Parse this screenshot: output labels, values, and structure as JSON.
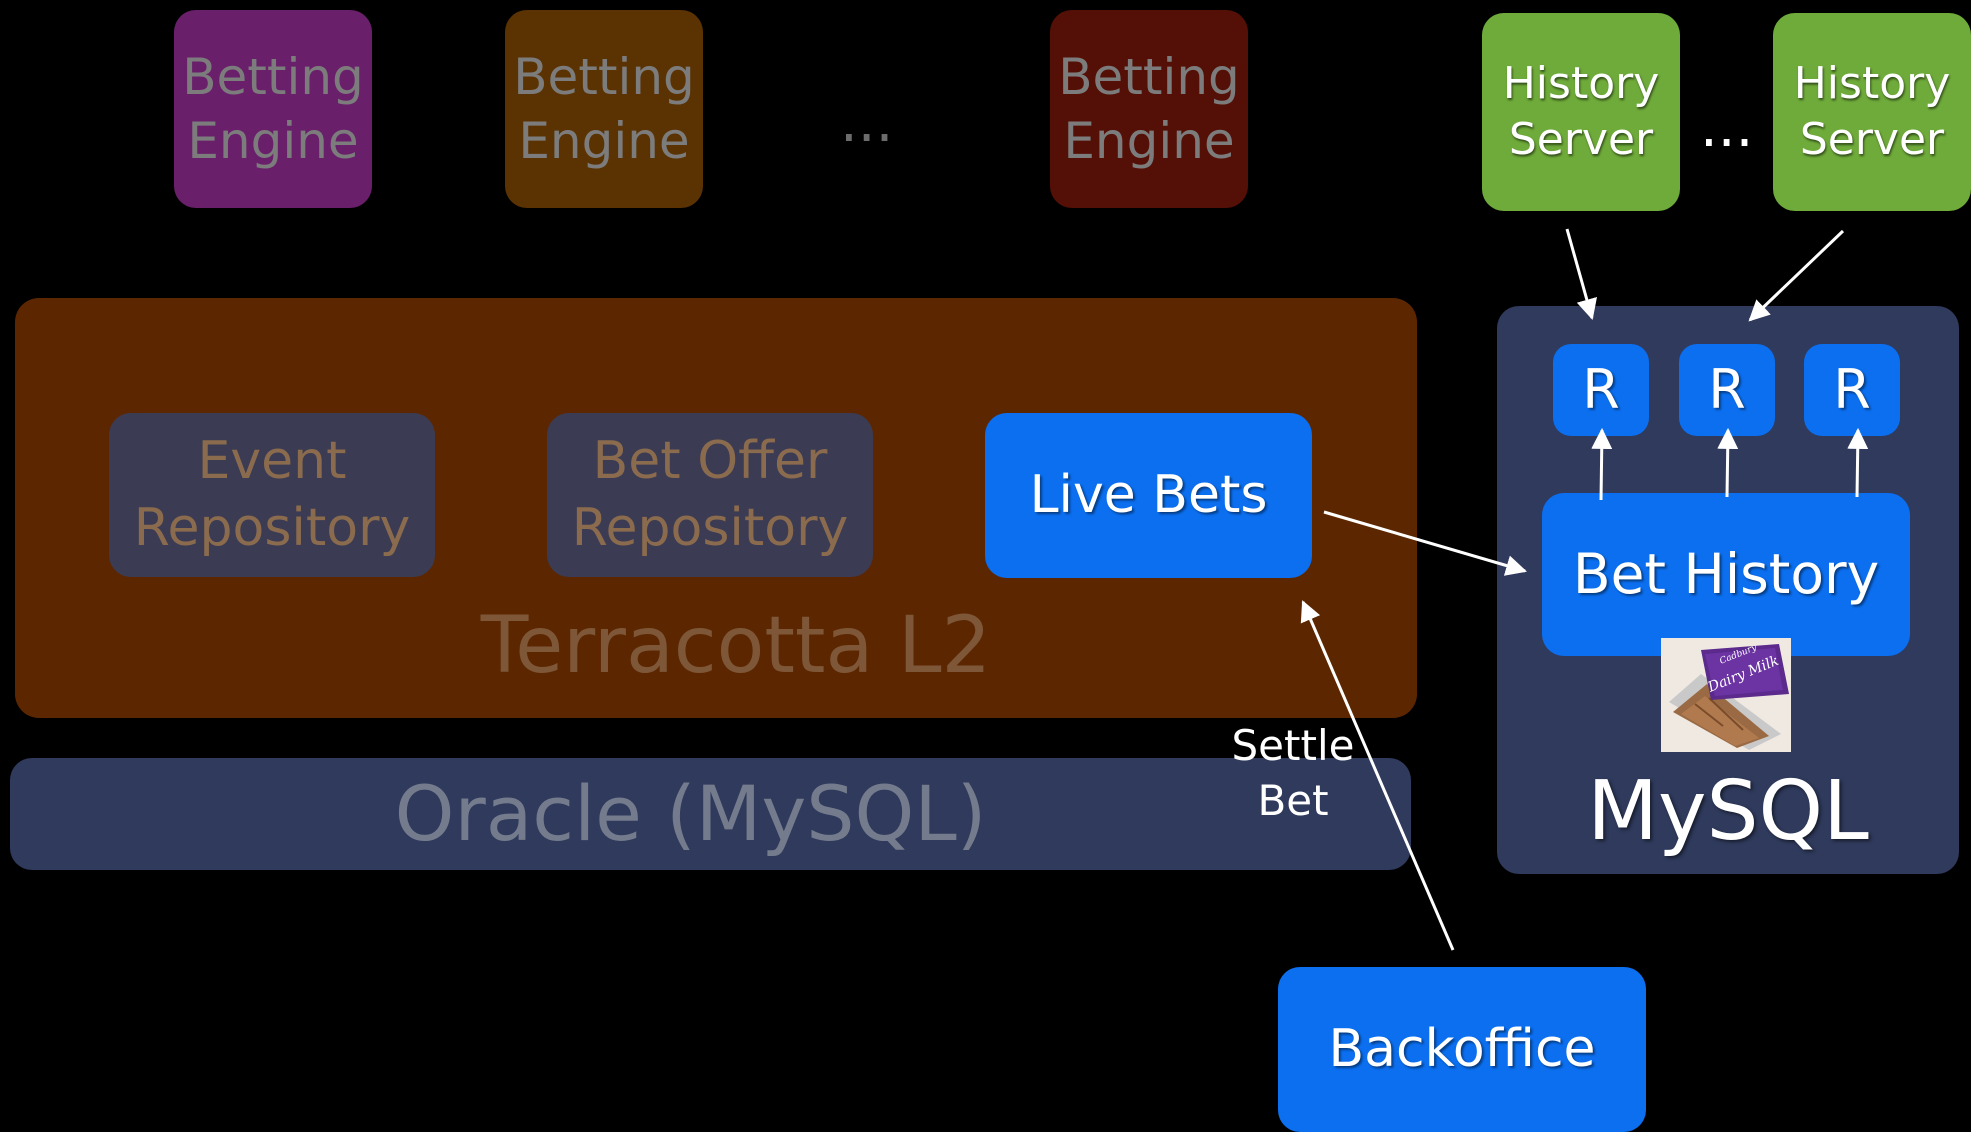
{
  "betting_engines": [
    {
      "label": "Betting\nEngine",
      "color": "#6a1f6b"
    },
    {
      "label": "Betting\nEngine",
      "color": "#5b3303"
    },
    {
      "label": "Betting\nEngine",
      "color": "#541006"
    }
  ],
  "engines_ellipsis": "...",
  "history_servers": [
    {
      "label": "History\nServer",
      "color": "#6fab3a"
    },
    {
      "label": "History\nServer",
      "color": "#6fab3a"
    }
  ],
  "history_ellipsis": "...",
  "terracotta": {
    "label": "Terracotta L2",
    "color": "#5c2700",
    "repositories": [
      {
        "label": "Event\nRepository"
      },
      {
        "label": "Bet Offer\nRepository"
      }
    ],
    "live_bets": "Live Bets"
  },
  "oracle": {
    "label": "Oracle (MySQL)",
    "color": "#2f3a5c"
  },
  "mysql": {
    "label": "MySQL",
    "replicas": [
      "R",
      "R",
      "R"
    ],
    "bet_history": "Bet History",
    "logo_text": "Dairy Milk"
  },
  "settle_label": "Settle\nBet",
  "backoffice": "Backoffice",
  "accent_blue": "#0b6ff0"
}
